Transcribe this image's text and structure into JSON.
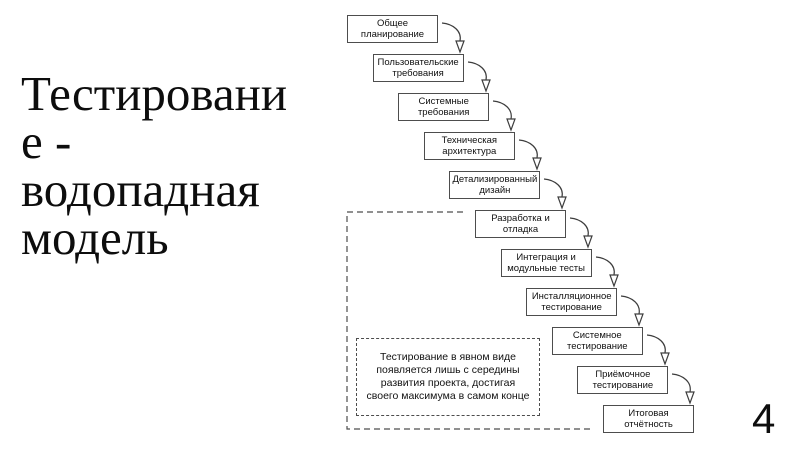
{
  "slide": {
    "title_lines": [
      "Тестировани",
      "е -",
      "водопадная",
      "модель"
    ],
    "page_number": "4"
  },
  "diagram": {
    "stages": [
      "Общее планирование",
      "Пользовательские требования",
      "Системные требования",
      "Техническая архитектура",
      "Детализированный дизайн",
      "Разработка и отладка",
      "Интеграция и модульные тесты",
      "Инсталляционное тестирование",
      "Системное тестирование",
      "Приёмочное тестирование",
      "Итоговая отчётность"
    ],
    "note_lines": [
      "Тестирование в явном виде",
      "появляется лишь с середины",
      "развития проекта, достигая",
      "своего максимума в самом конце"
    ],
    "colors": {
      "box_border": "#4d4d4d",
      "arrow_stroke": "#3d3d3d",
      "dashed_outline": "#4d4d4d",
      "text": "#111111"
    }
  }
}
